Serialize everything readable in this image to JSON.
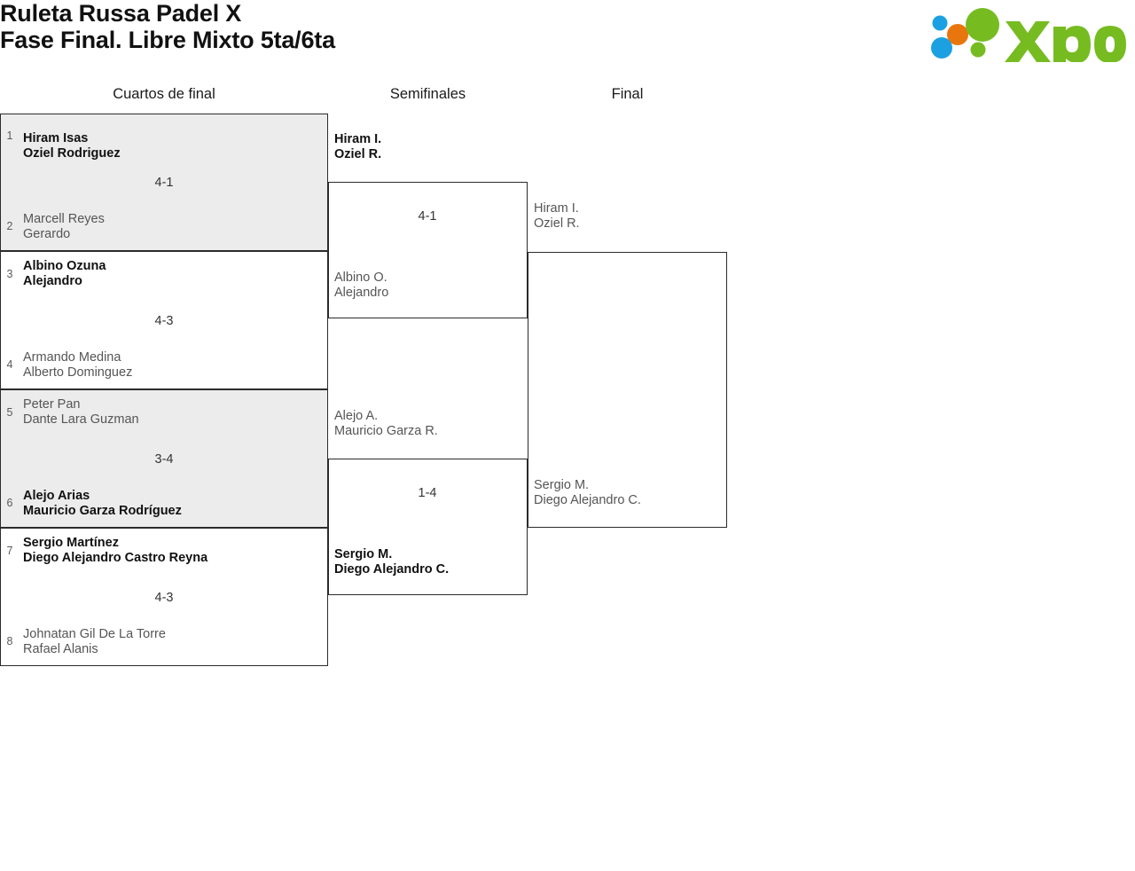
{
  "header": {
    "title_line1": "Ruleta Russa Padel X",
    "title_line2": "Fase Final. Libre Mixto 5ta/6ta",
    "logo_text": "xporty",
    "logo_colors": {
      "green": "#76bc21",
      "orange": "#e8760c",
      "blue": "#1ba1e2"
    }
  },
  "rounds": [
    {
      "label": "Cuartos de final"
    },
    {
      "label": "Semifinales"
    },
    {
      "label": "Final"
    }
  ],
  "quarterfinals": [
    {
      "score": "4-1",
      "shaded": true,
      "top": {
        "seed": "1",
        "p1": "Hiram Isas",
        "p2": "Oziel Rodriguez",
        "winner": true
      },
      "bottom": {
        "seed": "2",
        "p1": "Marcell Reyes",
        "p2": "Gerardo",
        "winner": false
      }
    },
    {
      "score": "4-3",
      "shaded": false,
      "top": {
        "seed": "3",
        "p1": "Albino Ozuna",
        "p2": "Alejandro",
        "winner": true
      },
      "bottom": {
        "seed": "4",
        "p1": "Armando Medina",
        "p2": "Alberto Dominguez",
        "winner": false
      }
    },
    {
      "score": "3-4",
      "shaded": true,
      "top": {
        "seed": "5",
        "p1": "Peter Pan",
        "p2": "Dante Lara Guzman",
        "winner": false
      },
      "bottom": {
        "seed": "6",
        "p1": "Alejo Arias",
        "p2": "Mauricio Garza Rodríguez",
        "winner": true
      }
    },
    {
      "score": "4-3",
      "shaded": false,
      "top": {
        "seed": "7",
        "p1": "Sergio Martínez",
        "p2": "Diego Alejandro Castro Reyna",
        "winner": true
      },
      "bottom": {
        "seed": "8",
        "p1": "Johnatan Gil De La Torre",
        "p2": "Rafael Alanis",
        "winner": false
      }
    }
  ],
  "semifinals": [
    {
      "score": "4-1",
      "top": {
        "p1": "Hiram I.",
        "p2": "Oziel R.",
        "winner": true
      },
      "bottom": {
        "p1": "Albino O.",
        "p2": "Alejandro",
        "winner": false
      }
    },
    {
      "score": "1-4",
      "top": {
        "p1": "Alejo A.",
        "p2": "Mauricio Garza R.",
        "winner": false
      },
      "bottom": {
        "p1": "Sergio M.",
        "p2": "Diego Alejandro C.",
        "winner": true
      }
    }
  ],
  "final": {
    "score": "",
    "top": {
      "p1": "Hiram I.",
      "p2": "Oziel R.",
      "winner": false
    },
    "bottom": {
      "p1": "Sergio M.",
      "p2": "Diego Alejandro C.",
      "winner": false
    }
  }
}
